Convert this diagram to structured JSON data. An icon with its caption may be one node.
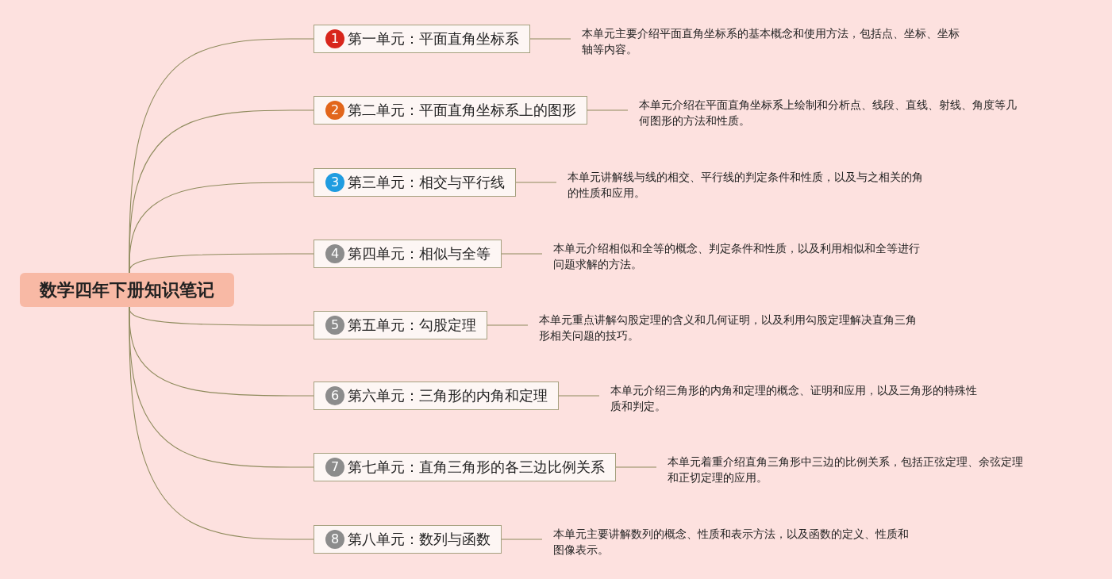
{
  "diagram": {
    "nodes": [
      {
        "text": [
          "数学四年下册知识笔记"
        ]
      },
      {
        "text": [
          "1",
          "第一单元：平面直角坐标系"
        ]
      },
      {
        "text": [
          "2",
          "第二单元：平面直角坐标系上的图形"
        ]
      },
      {
        "text": [
          "3",
          "第三单元：相交与平行线"
        ]
      },
      {
        "text": [
          "4",
          "第四单元：相似与全等"
        ]
      },
      {
        "text": [
          "5",
          "第五单元：勾股定理"
        ]
      },
      {
        "text": [
          "6",
          "第六单元：三角形的内角和定理"
        ]
      },
      {
        "text": [
          "7",
          "第七单元：直角三角形的各三边比例关系"
        ]
      },
      {
        "text": [
          "8",
          "第八单元：数列与函数"
        ]
      },
      {
        "text": [
          "本单元主要介绍平面直角坐标系的基本概念和使用方法，包括点、坐标、坐标轴等内容。"
        ]
      },
      {
        "text": [
          "本单元介绍在平面直角坐标系上绘制和分析点、线段、直线、射线、角度等几何图形的方法和性质。"
        ]
      },
      {
        "text": [
          "本单元讲解线与线的相交、平行线的判定条件和性质，以及与之相关的角的性质和应用。"
        ]
      },
      {
        "text": [
          "本单元介绍相似和全等的概念、判定条件和性质，以及利用相似和全等进行问题求解的方法。"
        ]
      },
      {
        "text": [
          "本单元重点讲解勾股定理的含义和几何证明，以及利用勾股定理解决直角三角形相关问题的技巧。"
        ]
      },
      {
        "text": [
          "本单元介绍三角形的内角和定理的概念、证明和应用，以及三角形的特殊性质和判定。"
        ]
      },
      {
        "text": [
          "本单元着重介绍直角三角形中三边的比例关系，包括正弦定理、余弦定理和正切定理的应用。"
        ]
      },
      {
        "text": [
          "本单元主要讲解数列的概念、性质和表示方法，以及函数的定义、性质和图像表示。"
        ]
      }
    ],
    "edges": [
      {
        "from": 0,
        "to": 1,
        "arrow": "none"
      },
      {
        "from": 0,
        "to": 2,
        "arrow": "none"
      },
      {
        "from": 0,
        "to": 3,
        "arrow": "none"
      },
      {
        "from": 0,
        "to": 4,
        "arrow": "none"
      },
      {
        "from": 0,
        "to": 5,
        "arrow": "none"
      },
      {
        "from": 0,
        "to": 6,
        "arrow": "none"
      },
      {
        "from": 0,
        "to": 7,
        "arrow": "none"
      },
      {
        "from": 0,
        "to": 8,
        "arrow": "none"
      },
      {
        "from": 1,
        "to": 9,
        "arrow": "none"
      },
      {
        "from": 2,
        "to": 10,
        "arrow": "none"
      },
      {
        "from": 3,
        "to": 11,
        "arrow": "none"
      },
      {
        "from": 4,
        "to": 12,
        "arrow": "none"
      },
      {
        "from": 5,
        "to": 13,
        "arrow": "none"
      },
      {
        "from": 6,
        "to": 14,
        "arrow": "none"
      },
      {
        "from": 7,
        "to": 15,
        "arrow": "none"
      },
      {
        "from": 8,
        "to": 16,
        "arrow": "none"
      }
    ]
  }
}
